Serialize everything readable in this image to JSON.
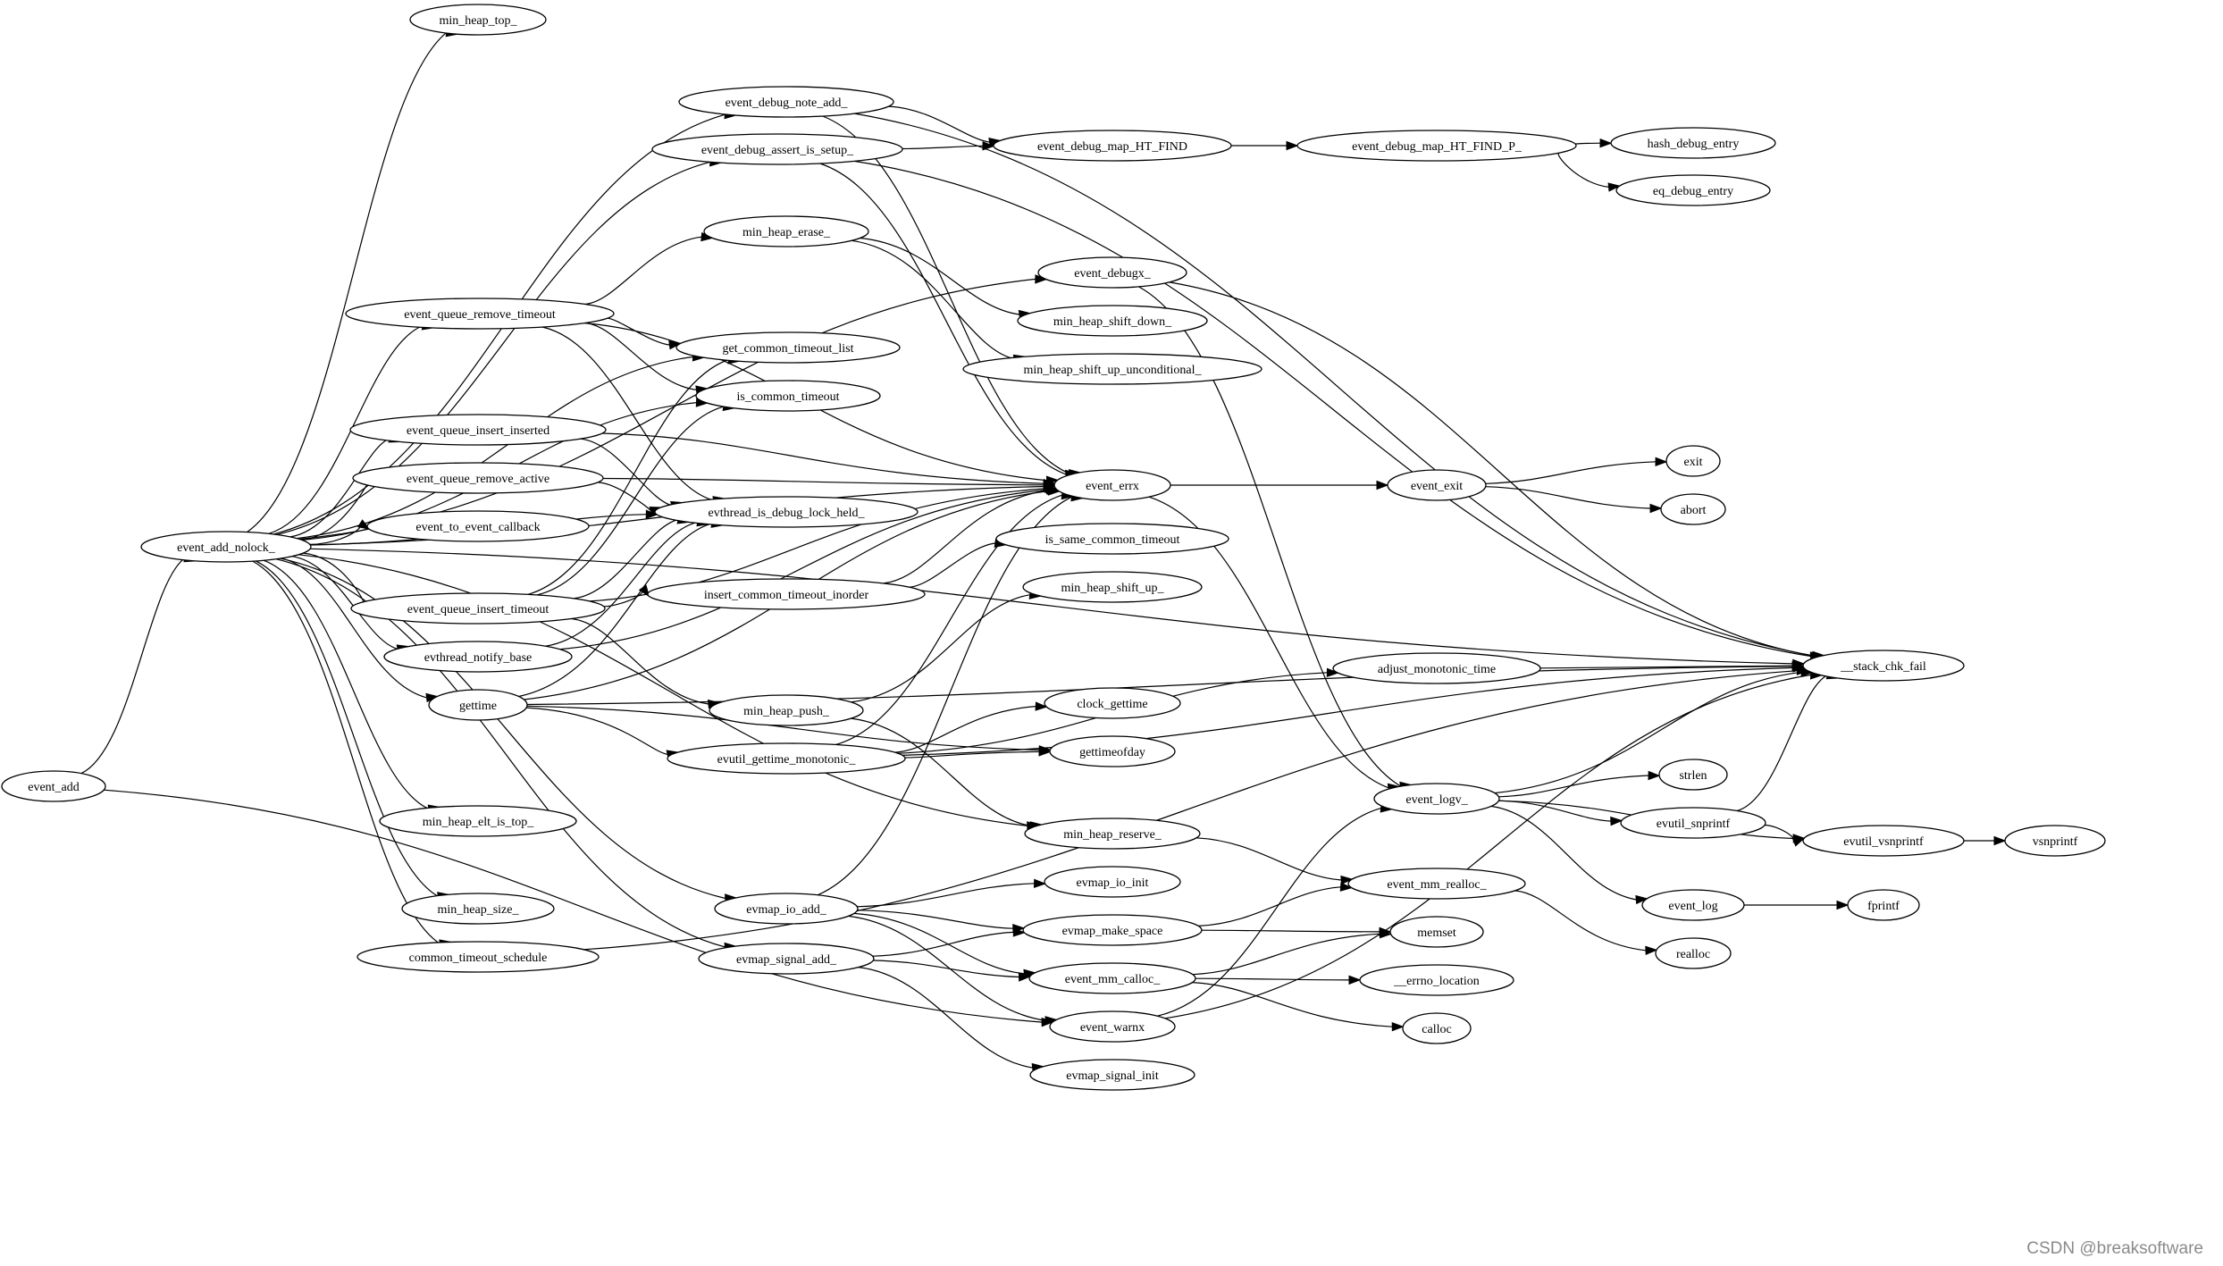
{
  "graph": {
    "nodes": [
      {
        "id": "event_add",
        "label": "event_add"
      },
      {
        "id": "event_add_nolock_",
        "label": "event_add_nolock_"
      },
      {
        "id": "min_heap_top_",
        "label": "min_heap_top_"
      },
      {
        "id": "event_debug_note_add_",
        "label": "event_debug_note_add_"
      },
      {
        "id": "event_debug_assert_is_setup_",
        "label": "event_debug_assert_is_setup_"
      },
      {
        "id": "event_debug_map_HT_FIND",
        "label": "event_debug_map_HT_FIND"
      },
      {
        "id": "event_debug_map_HT_FIND_P_",
        "label": "event_debug_map_HT_FIND_P_"
      },
      {
        "id": "hash_debug_entry",
        "label": "hash_debug_entry"
      },
      {
        "id": "eq_debug_entry",
        "label": "eq_debug_entry"
      },
      {
        "id": "min_heap_erase_",
        "label": "min_heap_erase_"
      },
      {
        "id": "event_debugx_",
        "label": "event_debugx_"
      },
      {
        "id": "min_heap_shift_down_",
        "label": "min_heap_shift_down_"
      },
      {
        "id": "min_heap_shift_up_unconditional_",
        "label": "min_heap_shift_up_unconditional_"
      },
      {
        "id": "event_queue_remove_timeout",
        "label": "event_queue_remove_timeout"
      },
      {
        "id": "get_common_timeout_list",
        "label": "get_common_timeout_list"
      },
      {
        "id": "is_common_timeout",
        "label": "is_common_timeout"
      },
      {
        "id": "event_queue_insert_inserted",
        "label": "event_queue_insert_inserted"
      },
      {
        "id": "event_queue_remove_active",
        "label": "event_queue_remove_active"
      },
      {
        "id": "evthread_is_debug_lock_held_",
        "label": "evthread_is_debug_lock_held_"
      },
      {
        "id": "event_errx",
        "label": "event_errx"
      },
      {
        "id": "event_exit",
        "label": "event_exit"
      },
      {
        "id": "exit",
        "label": "exit"
      },
      {
        "id": "abort",
        "label": "abort"
      },
      {
        "id": "event_to_event_callback",
        "label": "event_to_event_callback"
      },
      {
        "id": "is_same_common_timeout",
        "label": "is_same_common_timeout"
      },
      {
        "id": "event_queue_insert_timeout",
        "label": "event_queue_insert_timeout"
      },
      {
        "id": "insert_common_timeout_inorder",
        "label": "insert_common_timeout_inorder"
      },
      {
        "id": "min_heap_shift_up_",
        "label": "min_heap_shift_up_"
      },
      {
        "id": "evthread_notify_base",
        "label": "evthread_notify_base"
      },
      {
        "id": "adjust_monotonic_time",
        "label": "adjust_monotonic_time"
      },
      {
        "id": "__stack_chk_fail",
        "label": "__stack_chk_fail"
      },
      {
        "id": "gettime",
        "label": "gettime"
      },
      {
        "id": "min_heap_push_",
        "label": "min_heap_push_"
      },
      {
        "id": "clock_gettime",
        "label": "clock_gettime"
      },
      {
        "id": "evutil_gettime_monotonic_",
        "label": "evutil_gettime_monotonic_"
      },
      {
        "id": "gettimeofday",
        "label": "gettimeofday"
      },
      {
        "id": "strlen",
        "label": "strlen"
      },
      {
        "id": "event_logv_",
        "label": "event_logv_"
      },
      {
        "id": "evutil_snprintf",
        "label": "evutil_snprintf"
      },
      {
        "id": "min_heap_elt_is_top_",
        "label": "min_heap_elt_is_top_"
      },
      {
        "id": "min_heap_reserve_",
        "label": "min_heap_reserve_"
      },
      {
        "id": "evutil_vsnprintf",
        "label": "evutil_vsnprintf"
      },
      {
        "id": "vsnprintf",
        "label": "vsnprintf"
      },
      {
        "id": "event_mm_realloc_",
        "label": "event_mm_realloc_"
      },
      {
        "id": "evmap_io_init",
        "label": "evmap_io_init"
      },
      {
        "id": "event_log",
        "label": "event_log"
      },
      {
        "id": "fprintf",
        "label": "fprintf"
      },
      {
        "id": "min_heap_size_",
        "label": "min_heap_size_"
      },
      {
        "id": "evmap_io_add_",
        "label": "evmap_io_add_"
      },
      {
        "id": "evmap_make_space",
        "label": "evmap_make_space"
      },
      {
        "id": "memset",
        "label": "memset"
      },
      {
        "id": "realloc",
        "label": "realloc"
      },
      {
        "id": "common_timeout_schedule",
        "label": "common_timeout_schedule"
      },
      {
        "id": "evmap_signal_add_",
        "label": "evmap_signal_add_"
      },
      {
        "id": "event_mm_calloc_",
        "label": "event_mm_calloc_"
      },
      {
        "id": "__errno_location",
        "label": "__errno_location"
      },
      {
        "id": "calloc",
        "label": "calloc"
      },
      {
        "id": "event_warnx",
        "label": "event_warnx"
      },
      {
        "id": "evmap_signal_init",
        "label": "evmap_signal_init"
      }
    ],
    "edges": [
      [
        "event_add",
        "event_add_nolock_"
      ],
      [
        "event_add",
        "event_warnx"
      ],
      [
        "event_add_nolock_",
        "min_heap_top_"
      ],
      [
        "event_add_nolock_",
        "event_debug_note_add_"
      ],
      [
        "event_add_nolock_",
        "event_debug_assert_is_setup_"
      ],
      [
        "event_add_nolock_",
        "event_debugx_"
      ],
      [
        "event_add_nolock_",
        "event_queue_remove_timeout"
      ],
      [
        "event_add_nolock_",
        "get_common_timeout_list"
      ],
      [
        "event_add_nolock_",
        "is_common_timeout"
      ],
      [
        "event_add_nolock_",
        "event_queue_insert_inserted"
      ],
      [
        "event_add_nolock_",
        "event_queue_remove_active"
      ],
      [
        "event_add_nolock_",
        "event_to_event_callback"
      ],
      [
        "event_add_nolock_",
        "event_queue_insert_timeout"
      ],
      [
        "event_add_nolock_",
        "evthread_notify_base"
      ],
      [
        "event_add_nolock_",
        "gettime"
      ],
      [
        "event_add_nolock_",
        "min_heap_elt_is_top_"
      ],
      [
        "event_add_nolock_",
        "min_heap_reserve_"
      ],
      [
        "event_add_nolock_",
        "min_heap_size_"
      ],
      [
        "event_add_nolock_",
        "common_timeout_schedule"
      ],
      [
        "event_add_nolock_",
        "evmap_io_add_"
      ],
      [
        "event_add_nolock_",
        "evmap_signal_add_"
      ],
      [
        "event_add_nolock_",
        "event_errx"
      ],
      [
        "event_add_nolock_",
        "evthread_is_debug_lock_held_"
      ],
      [
        "event_add_nolock_",
        "__stack_chk_fail"
      ],
      [
        "event_debug_note_add_",
        "event_debug_map_HT_FIND"
      ],
      [
        "event_debug_note_add_",
        "event_errx"
      ],
      [
        "event_debug_note_add_",
        "__stack_chk_fail"
      ],
      [
        "event_debug_assert_is_setup_",
        "event_debug_map_HT_FIND"
      ],
      [
        "event_debug_assert_is_setup_",
        "event_errx"
      ],
      [
        "event_debug_assert_is_setup_",
        "__stack_chk_fail"
      ],
      [
        "event_debug_map_HT_FIND",
        "event_debug_map_HT_FIND_P_"
      ],
      [
        "event_debug_map_HT_FIND_P_",
        "hash_debug_entry"
      ],
      [
        "event_debug_map_HT_FIND_P_",
        "eq_debug_entry"
      ],
      [
        "event_debugx_",
        "event_logv_"
      ],
      [
        "event_debugx_",
        "__stack_chk_fail"
      ],
      [
        "min_heap_erase_",
        "min_heap_shift_down_"
      ],
      [
        "min_heap_erase_",
        "min_heap_shift_up_unconditional_"
      ],
      [
        "event_queue_remove_timeout",
        "min_heap_erase_"
      ],
      [
        "event_queue_remove_timeout",
        "get_common_timeout_list"
      ],
      [
        "event_queue_remove_timeout",
        "is_common_timeout"
      ],
      [
        "event_queue_remove_timeout",
        "evthread_is_debug_lock_held_"
      ],
      [
        "event_queue_remove_timeout",
        "event_errx"
      ],
      [
        "event_queue_insert_inserted",
        "evthread_is_debug_lock_held_"
      ],
      [
        "event_queue_insert_inserted",
        "event_errx"
      ],
      [
        "event_queue_remove_active",
        "evthread_is_debug_lock_held_"
      ],
      [
        "event_queue_remove_active",
        "event_errx"
      ],
      [
        "event_queue_insert_timeout",
        "get_common_timeout_list"
      ],
      [
        "event_queue_insert_timeout",
        "is_common_timeout"
      ],
      [
        "event_queue_insert_timeout",
        "evthread_is_debug_lock_held_"
      ],
      [
        "event_queue_insert_timeout",
        "insert_common_timeout_inorder"
      ],
      [
        "event_queue_insert_timeout",
        "min_heap_push_"
      ],
      [
        "event_queue_insert_timeout",
        "event_errx"
      ],
      [
        "insert_common_timeout_inorder",
        "is_same_common_timeout"
      ],
      [
        "insert_common_timeout_inorder",
        "event_errx"
      ],
      [
        "evthread_notify_base",
        "evthread_is_debug_lock_held_"
      ],
      [
        "evthread_notify_base",
        "event_errx"
      ],
      [
        "gettime",
        "evthread_is_debug_lock_held_"
      ],
      [
        "gettime",
        "evutil_gettime_monotonic_"
      ],
      [
        "gettime",
        "event_errx"
      ],
      [
        "gettime",
        "gettimeofday"
      ],
      [
        "gettime",
        "__stack_chk_fail"
      ],
      [
        "min_heap_push_",
        "min_heap_shift_up_"
      ],
      [
        "min_heap_push_",
        "min_heap_reserve_"
      ],
      [
        "evutil_gettime_monotonic_",
        "clock_gettime"
      ],
      [
        "evutil_gettime_monotonic_",
        "gettimeofday"
      ],
      [
        "evutil_gettime_monotonic_",
        "adjust_monotonic_time"
      ],
      [
        "evutil_gettime_monotonic_",
        "event_errx"
      ],
      [
        "evutil_gettime_monotonic_",
        "__stack_chk_fail"
      ],
      [
        "adjust_monotonic_time",
        "__stack_chk_fail"
      ],
      [
        "min_heap_reserve_",
        "event_mm_realloc_"
      ],
      [
        "event_errx",
        "event_exit"
      ],
      [
        "event_errx",
        "event_logv_"
      ],
      [
        "event_exit",
        "exit"
      ],
      [
        "event_exit",
        "abort"
      ],
      [
        "event_logv_",
        "strlen"
      ],
      [
        "event_logv_",
        "evutil_snprintf"
      ],
      [
        "event_logv_",
        "evutil_vsnprintf"
      ],
      [
        "event_logv_",
        "event_log"
      ],
      [
        "event_logv_",
        "__stack_chk_fail"
      ],
      [
        "evutil_snprintf",
        "evutil_vsnprintf"
      ],
      [
        "evutil_snprintf",
        "__stack_chk_fail"
      ],
      [
        "evutil_vsnprintf",
        "vsnprintf"
      ],
      [
        "event_log",
        "fprintf"
      ],
      [
        "event_mm_realloc_",
        "realloc"
      ],
      [
        "evmap_io_add_",
        "evmap_io_init"
      ],
      [
        "evmap_io_add_",
        "evmap_make_space"
      ],
      [
        "evmap_io_add_",
        "event_mm_calloc_"
      ],
      [
        "evmap_io_add_",
        "event_warnx"
      ],
      [
        "evmap_io_add_",
        "event_errx"
      ],
      [
        "evmap_make_space",
        "event_mm_realloc_"
      ],
      [
        "evmap_make_space",
        "memset"
      ],
      [
        "evmap_signal_add_",
        "evmap_make_space"
      ],
      [
        "evmap_signal_add_",
        "event_mm_calloc_"
      ],
      [
        "evmap_signal_add_",
        "evmap_signal_init"
      ],
      [
        "event_mm_calloc_",
        "memset"
      ],
      [
        "event_mm_calloc_",
        "__errno_location"
      ],
      [
        "event_mm_calloc_",
        "calloc"
      ],
      [
        "event_warnx",
        "event_logv_"
      ],
      [
        "event_warnx",
        "__stack_chk_fail"
      ],
      [
        "common_timeout_schedule",
        "__stack_chk_fail"
      ]
    ]
  },
  "watermark": "CSDN @breaksoftware"
}
